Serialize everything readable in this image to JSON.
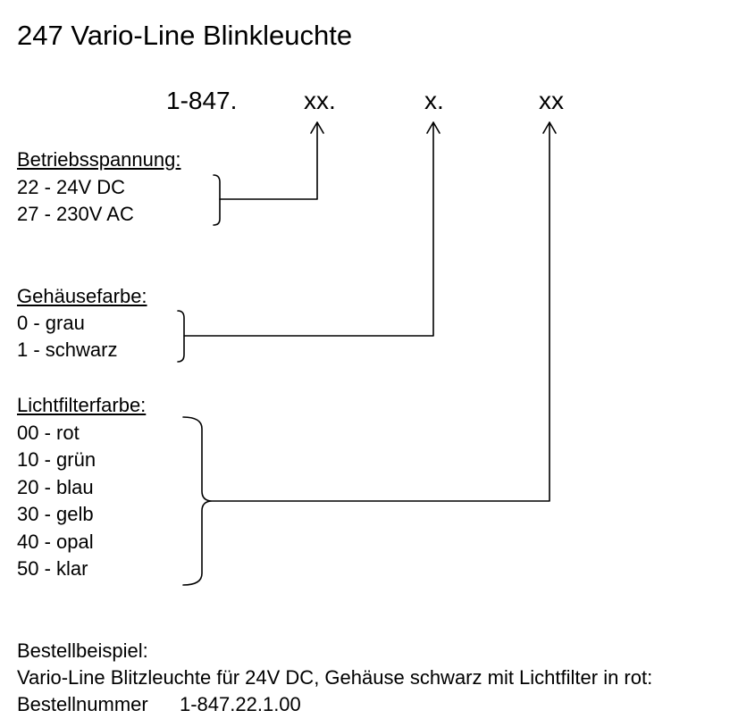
{
  "title": "247 Vario-Line Blinkleuchte",
  "code": {
    "prefix": "1-847.",
    "seg1": "xx.",
    "seg2": "x.",
    "seg3": "xx"
  },
  "groups": [
    {
      "heading": "Betriebsspannung:",
      "options": [
        "22 - 24V DC",
        "27 - 230V AC"
      ]
    },
    {
      "heading": "Gehäusefarbe:",
      "options": [
        "0 - grau",
        "1 - schwarz"
      ]
    },
    {
      "heading": "Lichtfilterfarbe:",
      "options": [
        "00 - rot",
        "10 - grün",
        "20 - blau",
        "30 - gelb",
        "40 - opal",
        "50 - klar"
      ]
    }
  ],
  "example": {
    "heading": "Bestellbeispiel:",
    "description": "Vario-Line Blitzleuchte für 24V DC, Gehäuse schwarz mit Lichtfilter in rot:",
    "order_label": "Bestellnummer",
    "order_number": "1-847.22.1.00"
  }
}
